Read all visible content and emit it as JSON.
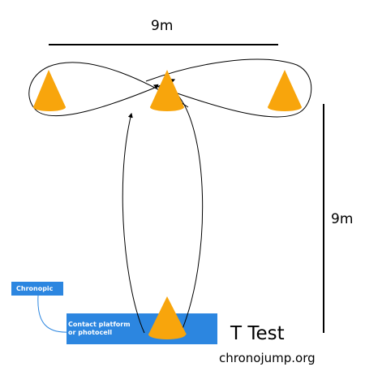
{
  "top_distance": "9m",
  "side_distance": "9m",
  "chronopic_label": "Chronopic",
  "platform_label_line1": "Contact platform",
  "platform_label_line2": "or photocell",
  "test_name": "T Test",
  "website": "chronojump.org",
  "colors": {
    "cone": "#f8a50c",
    "tag_blue": "#2c86e0",
    "ink": "#000000"
  }
}
